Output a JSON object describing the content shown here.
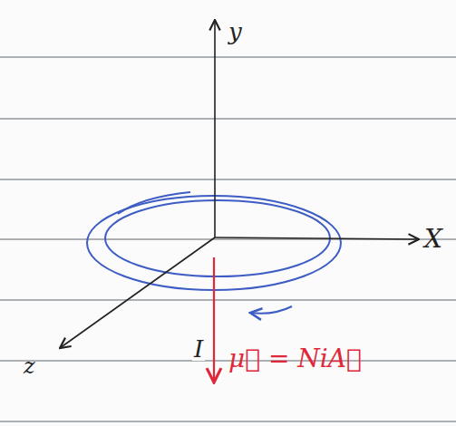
{
  "diagram": {
    "labels": [
      "y",
      "X",
      "z",
      "I",
      "μ⃗ = NiA⃗"
    ]
  }
}
